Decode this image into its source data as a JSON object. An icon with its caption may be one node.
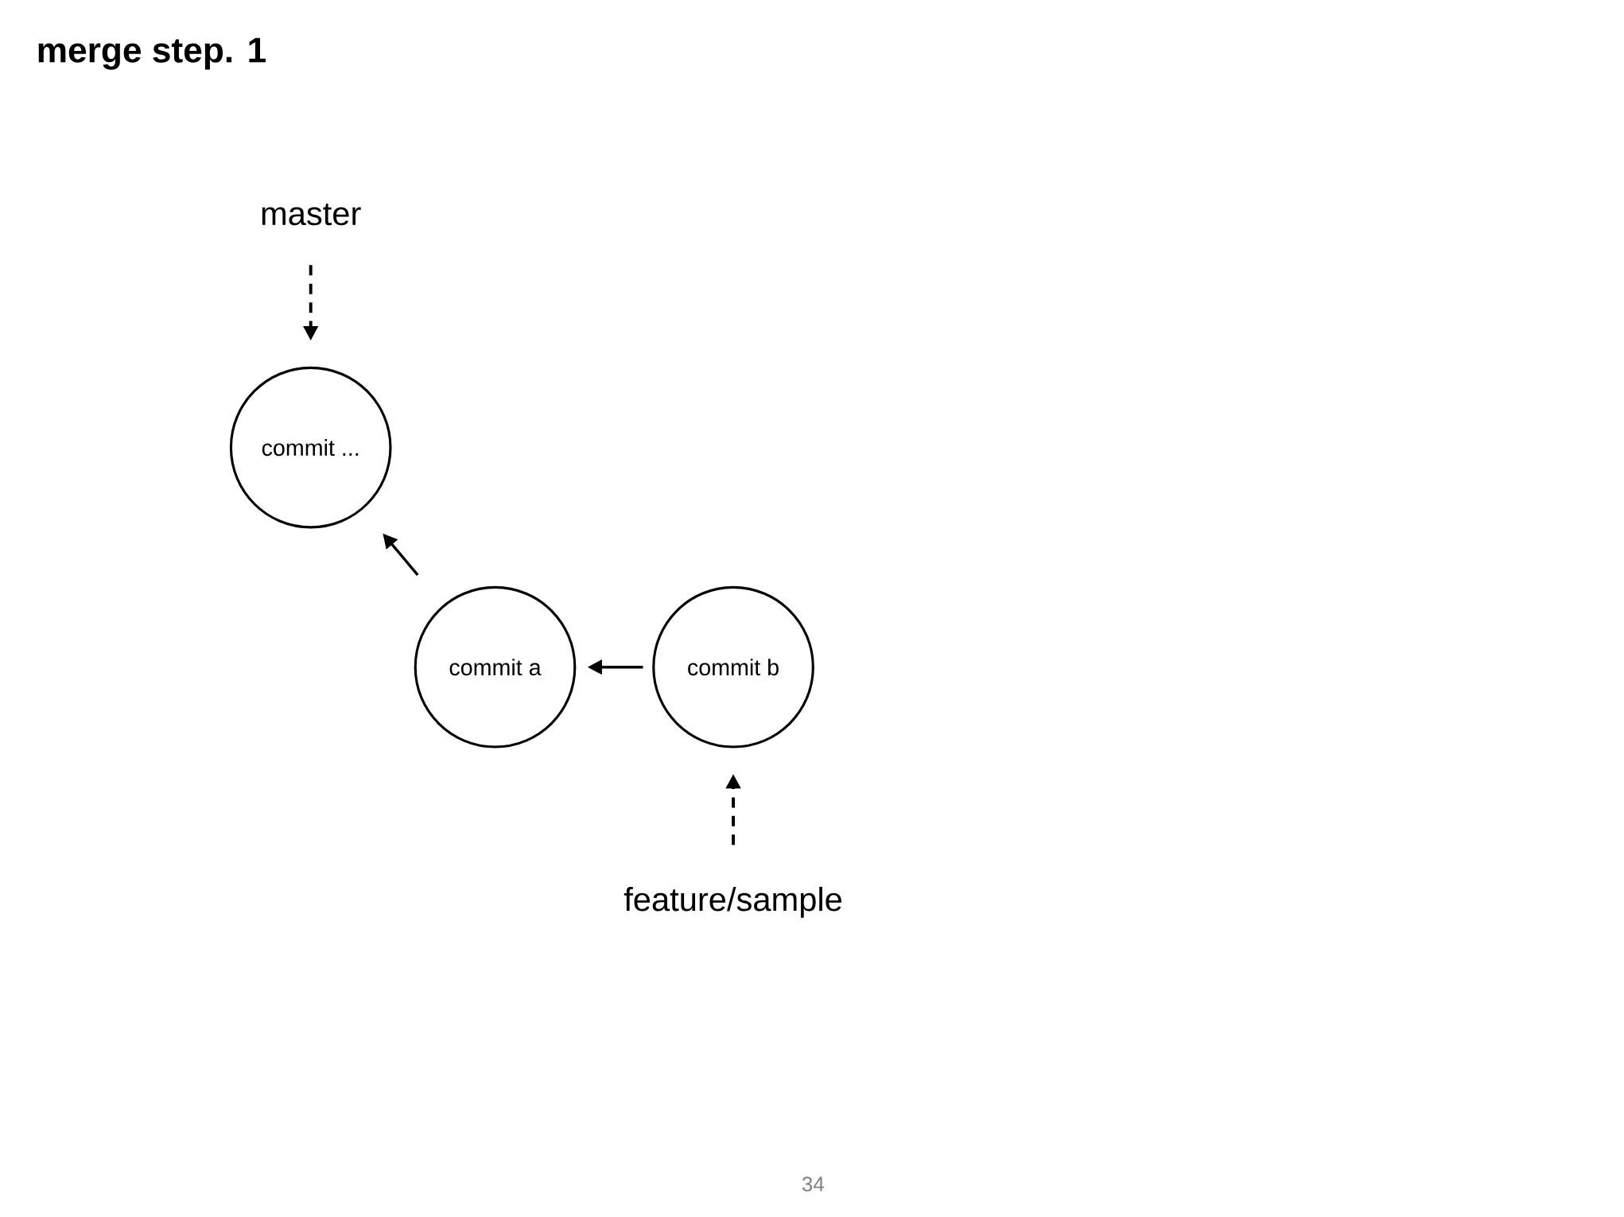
{
  "diagram": {
    "title": "merge step. 1",
    "nodes": [
      {
        "text": [
          "master"
        ]
      },
      {
        "text": [
          "commit ..."
        ]
      },
      {
        "text": [
          "commit a"
        ]
      },
      {
        "text": [
          "commit b"
        ]
      },
      {
        "text": [
          "feature/sample"
        ]
      }
    ],
    "edges": [
      {
        "from": 0,
        "to": 1,
        "arrow": "to",
        "style": "dashed"
      },
      {
        "from": 2,
        "to": 1,
        "arrow": "to"
      },
      {
        "from": 3,
        "to": 2,
        "arrow": "to"
      },
      {
        "from": 4,
        "to": 3,
        "arrow": "to",
        "style": "dashed"
      }
    ],
    "labels": [
      "34"
    ]
  }
}
